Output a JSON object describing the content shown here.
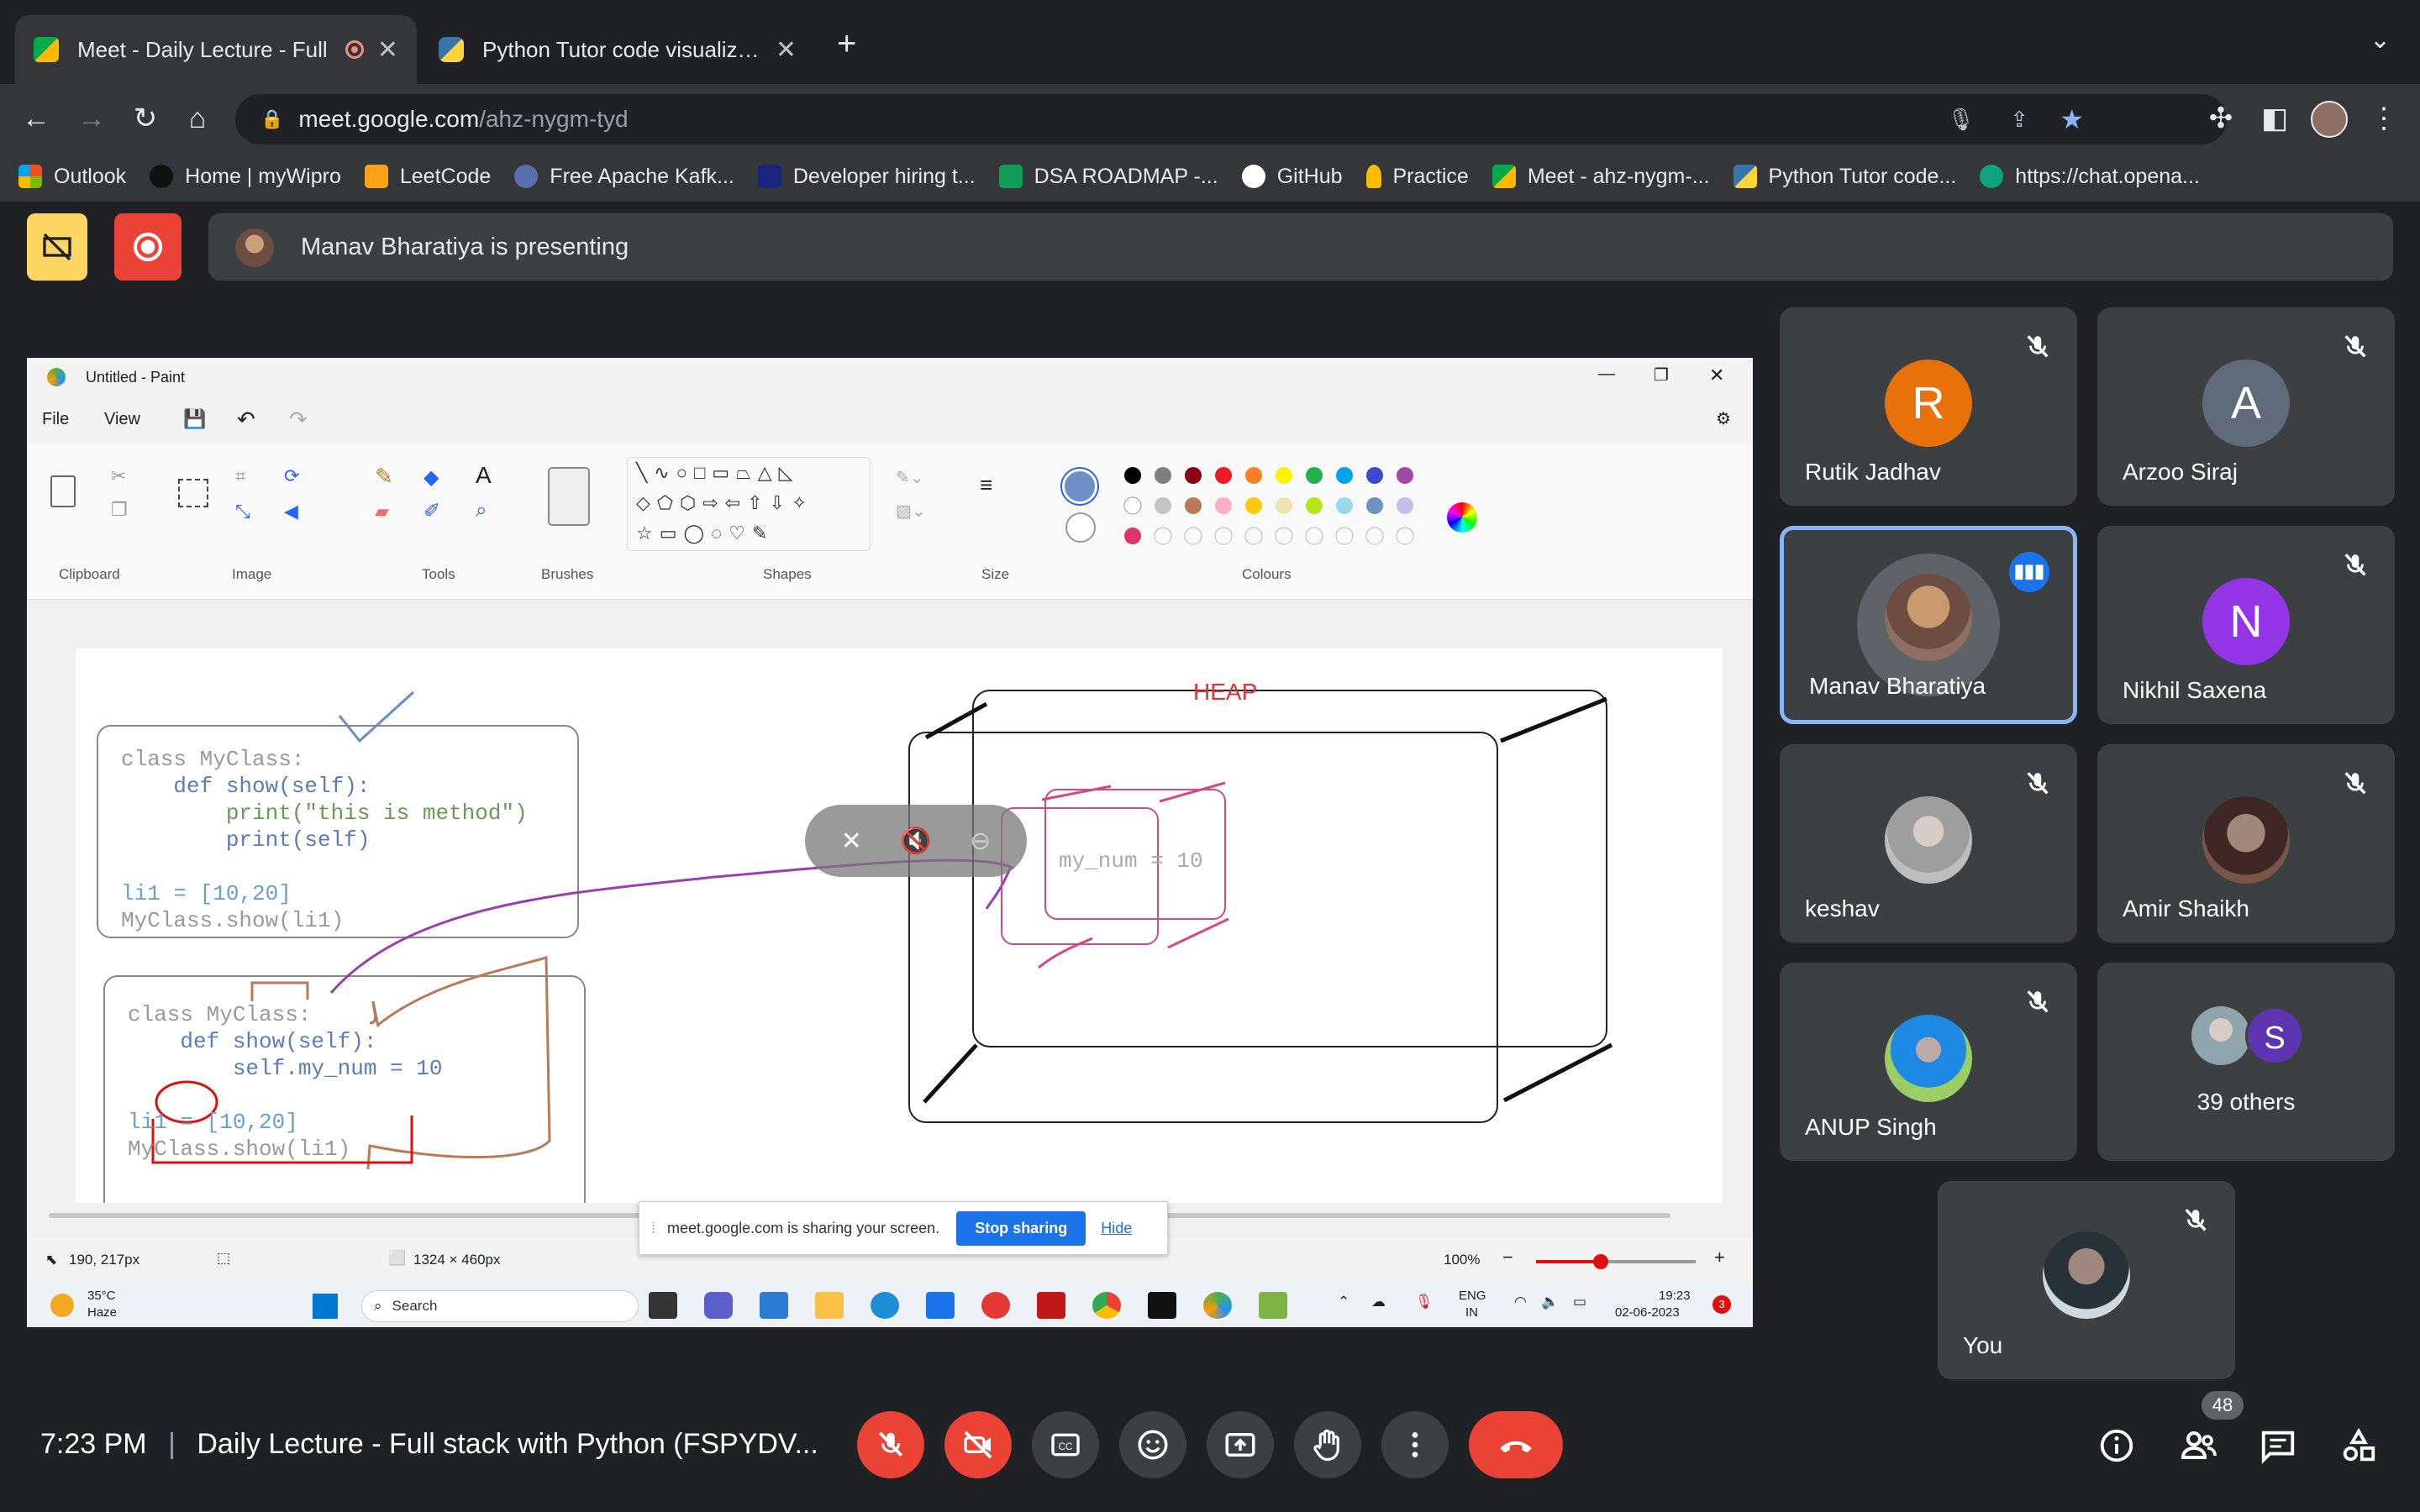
{
  "tabs": [
    {
      "title": "Meet - Daily Lecture - Full",
      "active": true
    },
    {
      "title": "Python Tutor code visualizer: V",
      "active": false
    }
  ],
  "address": {
    "host": "meet.google.com",
    "path": "/ahz-nygm-tyd"
  },
  "bookmarks": [
    "Outlook",
    "Home | myWipro",
    "LeetCode",
    "Free Apache Kafk...",
    "Developer hiring t...",
    "DSA ROADMAP -...",
    "GitHub",
    "Practice",
    "Meet - ahz-nygm-...",
    "Python Tutor code...",
    "https://chat.opena..."
  ],
  "presenting_banner": "Manav Bharatiya is presenting",
  "paint": {
    "title": "Untitled - Paint",
    "menu": [
      "File",
      "View"
    ],
    "groups": [
      "Clipboard",
      "Image",
      "Tools",
      "Brushes",
      "Shapes",
      "Size",
      "Colours"
    ],
    "canvas": {
      "heap_label": "HEAP",
      "code1": [
        "class MyClass:",
        "    def show(self):",
        "        print(\"this is method\")",
        "        print(self)",
        "",
        "li1 = [10,20]",
        "MyClass.show(li1)"
      ],
      "code2": [
        "class MyClass:",
        "    def show(self):",
        "        self.my_num = 10",
        "",
        "li1 = [10,20]",
        "MyClass.show(li1)"
      ],
      "heap_item": "my_num = 10"
    },
    "status": {
      "cursor": "190, 217px",
      "size": "1324 × 460px",
      "zoom": "100%"
    },
    "taskbar": {
      "weather_temp": "35°C",
      "weather_desc": "Haze",
      "search": "Search",
      "lang1": "ENG",
      "lang2": "IN",
      "time": "19:23",
      "date": "02-06-2023",
      "notif": "3"
    }
  },
  "share_bar": {
    "text": "meet.google.com is sharing your screen.",
    "stop": "Stop sharing",
    "hide": "Hide"
  },
  "participants": [
    {
      "name": "Rutik Jadhav",
      "initial": "R",
      "color": "#e8710a"
    },
    {
      "name": "Arzoo Siraj",
      "initial": "A",
      "color": "#5f6b7a"
    },
    {
      "name": "Manav Bharatiya",
      "initial": "",
      "color": "#5f6368"
    },
    {
      "name": "Nikhil Saxena",
      "initial": "N",
      "color": "#9334e6"
    },
    {
      "name": "keshav",
      "initial": "",
      "color": "#8a8a8a"
    },
    {
      "name": "Amir Shaikh",
      "initial": "",
      "color": "#6b5a4a"
    },
    {
      "name": "ANUP Singh",
      "initial": "",
      "color": "#7a8a6a"
    },
    {
      "name": "39 others",
      "initial": "S",
      "color": "#5e35b1"
    },
    {
      "name": "You",
      "initial": "",
      "color": "#7a7a7a"
    }
  ],
  "meeting": {
    "time": "7:23 PM",
    "title": "Daily Lecture - Full stack with Python (FSPYDV...",
    "people_count": "48"
  }
}
